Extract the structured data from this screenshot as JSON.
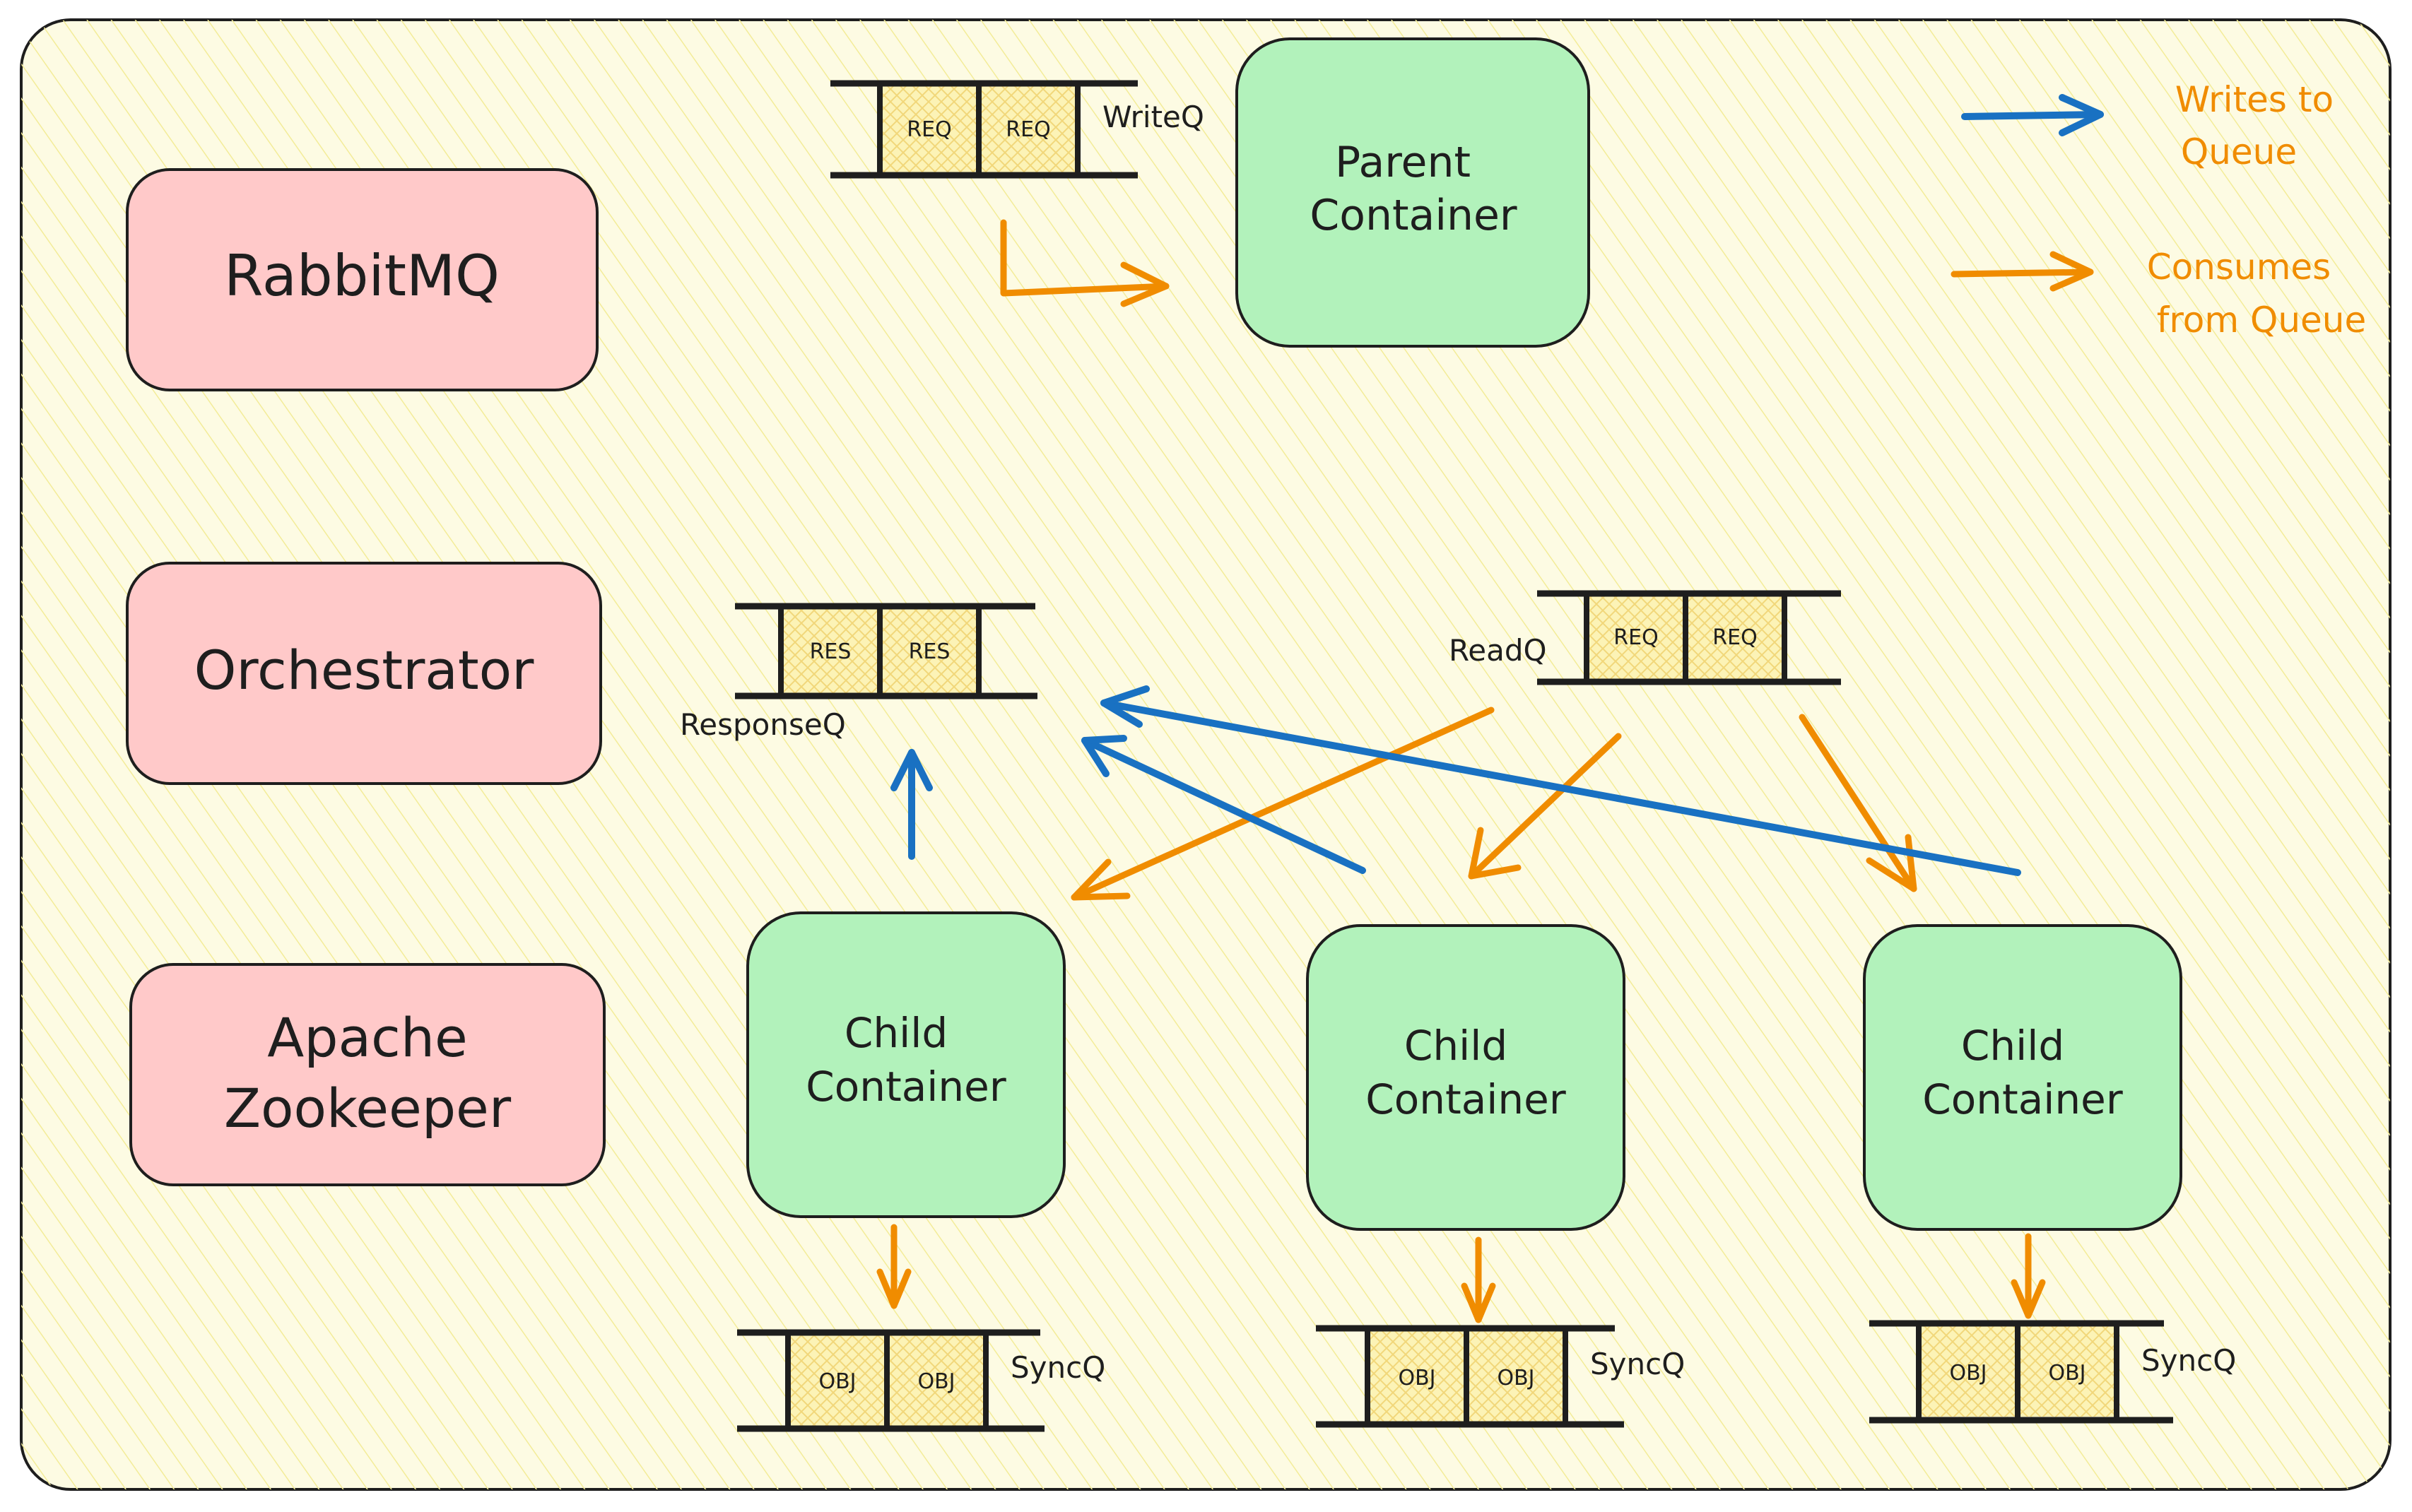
{
  "boxes": {
    "rabbitmq": "RabbitMQ",
    "orchestrator": "Orchestrator",
    "zookeeper_line1": "Apache",
    "zookeeper_line2": "Zookeeper",
    "parent_line1": "Parent",
    "parent_line2": "Container",
    "child_line1": "Child",
    "child_line2": "Container"
  },
  "queues": {
    "write_label": "WriteQ",
    "read_label": "ReadQ",
    "response_label": "ResponseQ",
    "sync_label": "SyncQ",
    "req_item": "REQ",
    "res_item": "RES",
    "obj_item": "OBJ"
  },
  "legend": {
    "writes_line1": "Writes to",
    "writes_line2": "Queue",
    "consumes_line1": "Consumes",
    "consumes_line2": "from Queue"
  },
  "colors": {
    "background": "#fdfbe3",
    "hatch": "#f3ec98",
    "service_box": "#ffc9c9",
    "container_box": "#b2f2bb",
    "queue_cell": "#fcf3b6",
    "write_arrow": "#1971c2",
    "consume_arrow": "#f08c00",
    "ink": "#1e1e1e"
  }
}
